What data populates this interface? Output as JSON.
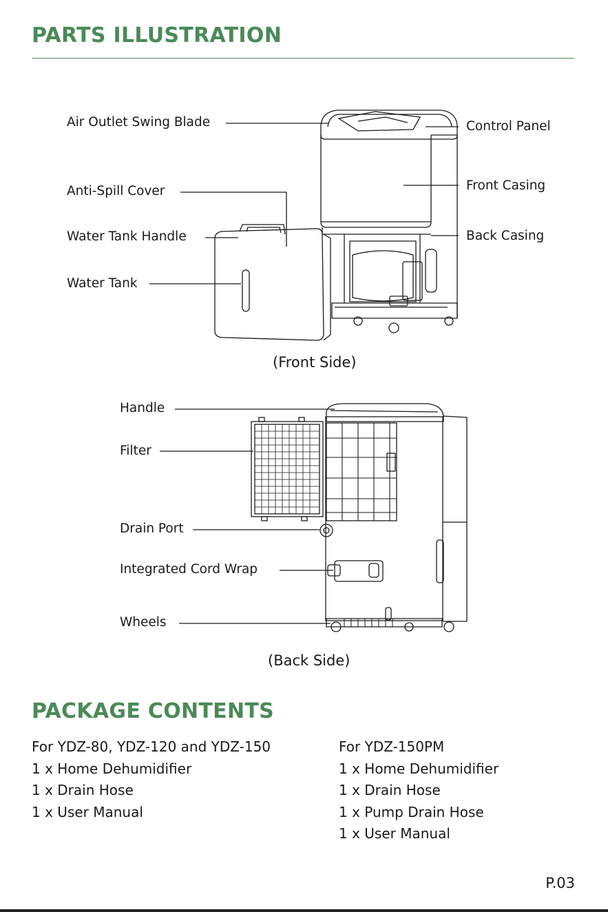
{
  "colors": {
    "heading": "#4a8a57",
    "line": "#1a1a1a"
  },
  "parts": {
    "title": "PARTS ILLUSTRATION",
    "front": {
      "caption": "(Front Side)",
      "labels": {
        "air_outlet_swing_blade": "Air Outlet Swing Blade",
        "anti_spill_cover": "Anti-Spill Cover",
        "water_tank_handle": "Water Tank Handle",
        "water_tank": "Water Tank",
        "control_panel": "Control Panel",
        "front_casing": "Front Casing",
        "back_casing": "Back Casing"
      }
    },
    "back": {
      "caption": "(Back Side)",
      "labels": {
        "handle": "Handle",
        "filter": "Filter",
        "drain_port": "Drain Port",
        "integrated_cord_wrap": "Integrated Cord Wrap",
        "wheels": "Wheels"
      }
    }
  },
  "package": {
    "title": "PACKAGE CONTENTS",
    "left": {
      "heading": "For YDZ-80, YDZ-120 and YDZ-150",
      "items": [
        "1 x Home Dehumidifier",
        "1 x Drain Hose",
        "1 x User Manual"
      ]
    },
    "right": {
      "heading": "For YDZ-150PM",
      "items": [
        "1 x Home Dehumidifier",
        "1 x Drain Hose",
        "1 x Pump Drain Hose",
        "1 x User Manual"
      ]
    }
  },
  "page_number": "P.03"
}
